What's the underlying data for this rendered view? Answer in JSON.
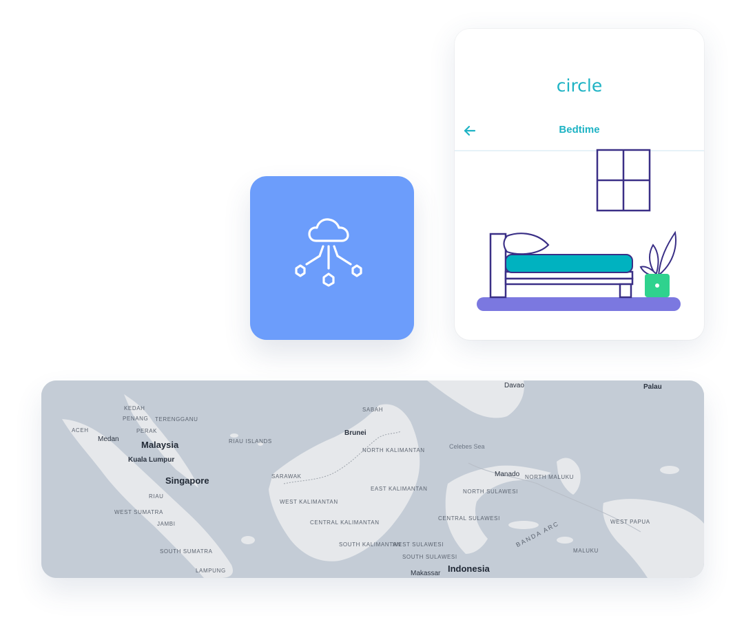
{
  "cloud_tile": {
    "icon": "cloud-network-icon",
    "color": "#6c9dfb"
  },
  "phone": {
    "logo": "circle",
    "title": "Bedtime",
    "back_icon": "arrow-left-icon",
    "accent": "#1eb3c4"
  },
  "map": {
    "labels": {
      "davao": "Davao",
      "palau": "Palau",
      "kedah": "KEDAH",
      "sabah": "SABAH",
      "penang": "PENANG",
      "terengganu": "TERENGGANU",
      "aceh": "ACEH",
      "perak": "PERAK",
      "medan": "Medan",
      "malaysia": "Malaysia",
      "riau_islands": "RIAU ISLANDS",
      "brunei": "Brunei",
      "north_kalimantan": "NORTH KALIMANTAN",
      "celebes_sea": "Celebes Sea",
      "kuala_lumpur": "Kuala Lumpur",
      "singapore": "Singapore",
      "sarawak": "SARAWAK",
      "manado": "Manado",
      "north_maluku": "NORTH MALUKU",
      "east_kalimantan": "EAST KALIMANTAN",
      "north_sulawesi": "NORTH SULAWESI",
      "riau": "RIAU",
      "west_kalimantan": "WEST KALIMANTAN",
      "west_sumatra": "WEST SUMATRA",
      "central_sulawesi": "CENTRAL SULAWESI",
      "jambi": "JAMBI",
      "central_kalimantan": "CENTRAL KALIMANTAN",
      "west_papua": "WEST PAPUA",
      "banda_arc": "BANDA ARC",
      "maluku": "MALUKU",
      "south_kalimantan": "SOUTH KALIMANTAN",
      "west_sulawesi": "WEST SULAWESI",
      "south_sulawesi": "SOUTH SULAWESI",
      "south_sumatra": "SOUTH SUMATRA",
      "lampung": "LAMPUNG",
      "makassar": "Makassar",
      "indonesia": "Indonesia"
    }
  }
}
